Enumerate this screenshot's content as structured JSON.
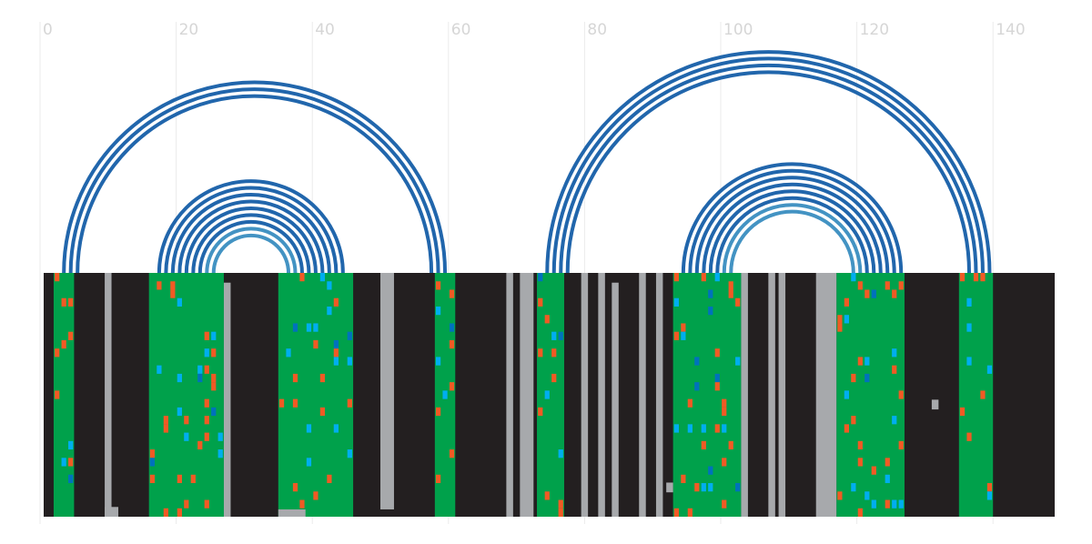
{
  "chart_data": {
    "type": "arc-diagram",
    "xlim": [
      0,
      150
    ],
    "x_ticks": [
      0,
      20,
      40,
      60,
      80,
      100,
      120,
      140
    ],
    "colors": {
      "background": "#231f20",
      "paired": "#00a14b",
      "gap": "#a7a9ac",
      "mismatch": "#f15a24",
      "insertion": "#00aeef",
      "deletion": "#0072bc",
      "arc": "#2166ac",
      "arc_light": "#4393c3",
      "grid": "#ebebeb",
      "tick": "#d6d6d6"
    },
    "stems": [
      {
        "left": [
          2,
          5
        ],
        "right": [
          58,
          61
        ],
        "arcs": [
          [
            3,
            59
          ],
          [
            4,
            58
          ],
          [
            5,
            57
          ]
        ]
      },
      {
        "left": [
          16,
          27
        ],
        "right": [
          35,
          46
        ],
        "arcs": [
          [
            17,
            44
          ],
          [
            18,
            43
          ],
          [
            19,
            42
          ],
          [
            20,
            41
          ],
          [
            21,
            40
          ],
          [
            22,
            39
          ],
          [
            23,
            38
          ],
          [
            24,
            37
          ],
          [
            25,
            36
          ]
        ]
      },
      {
        "left": [
          73,
          77
        ],
        "right": [
          135,
          140
        ],
        "arcs": [
          [
            74,
            139
          ],
          [
            75,
            138
          ],
          [
            76,
            137
          ],
          [
            77,
            136
          ]
        ]
      },
      {
        "left": [
          93,
          103
        ],
        "right": [
          117,
          127
        ],
        "arcs": [
          [
            94,
            126
          ],
          [
            95,
            125
          ],
          [
            96,
            124
          ],
          [
            97,
            123
          ],
          [
            98,
            122
          ],
          [
            99,
            121
          ],
          [
            100,
            120
          ],
          [
            101,
            119
          ]
        ]
      }
    ],
    "gap_columns": [
      {
        "x": 9.5,
        "w": 1,
        "from": 0,
        "to": 1
      },
      {
        "x": 27,
        "w": 1,
        "from": 0.04,
        "to": 1
      },
      {
        "x": 50,
        "w": 2,
        "from": 0,
        "to": 0.97
      },
      {
        "x": 68.5,
        "w": 1,
        "from": 0,
        "to": 1
      },
      {
        "x": 70.5,
        "w": 2,
        "from": 0,
        "to": 1
      },
      {
        "x": 79.5,
        "w": 1,
        "from": 0,
        "to": 1
      },
      {
        "x": 82,
        "w": 1,
        "from": 0,
        "to": 1
      },
      {
        "x": 84,
        "w": 1,
        "from": 0.04,
        "to": 1
      },
      {
        "x": 88,
        "w": 1,
        "from": 0,
        "to": 1
      },
      {
        "x": 90.5,
        "w": 1,
        "from": 0,
        "to": 1
      },
      {
        "x": 103,
        "w": 1,
        "from": 0,
        "to": 1
      },
      {
        "x": 107,
        "w": 1,
        "from": 0,
        "to": 1
      },
      {
        "x": 108.5,
        "w": 1,
        "from": 0,
        "to": 1
      },
      {
        "x": 114,
        "w": 3,
        "from": 0,
        "to": 1
      },
      {
        "x": 131,
        "w": 1,
        "from": 0.52,
        "to": 0.56
      }
    ],
    "gap_patches": [
      {
        "x": 9.5,
        "w": 2,
        "from": 0.96,
        "to": 1
      },
      {
        "x": 35,
        "w": 4,
        "from": 0.97,
        "to": 1
      },
      {
        "x": 92,
        "w": 1,
        "from": 0.86,
        "to": 0.9
      }
    ],
    "column_rows": 29,
    "mismatch_density": 0.06,
    "insertion_density": 0.04,
    "deletion_density": 0.012
  }
}
